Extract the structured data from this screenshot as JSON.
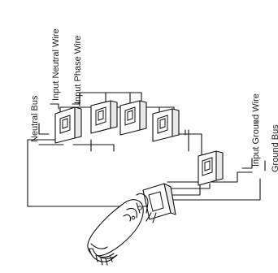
{
  "labels": {
    "neutral_bus": "Neutral Bus",
    "input_neutral_wire": "Input Neutral Wire",
    "input_phase_wire": "Input Phase Wire",
    "input_ground_wire": "Input Ground Wire",
    "ground_bus": "Ground Bus"
  },
  "colors": {
    "line": "#111111",
    "text": "#222222",
    "background": "#ffffff"
  }
}
